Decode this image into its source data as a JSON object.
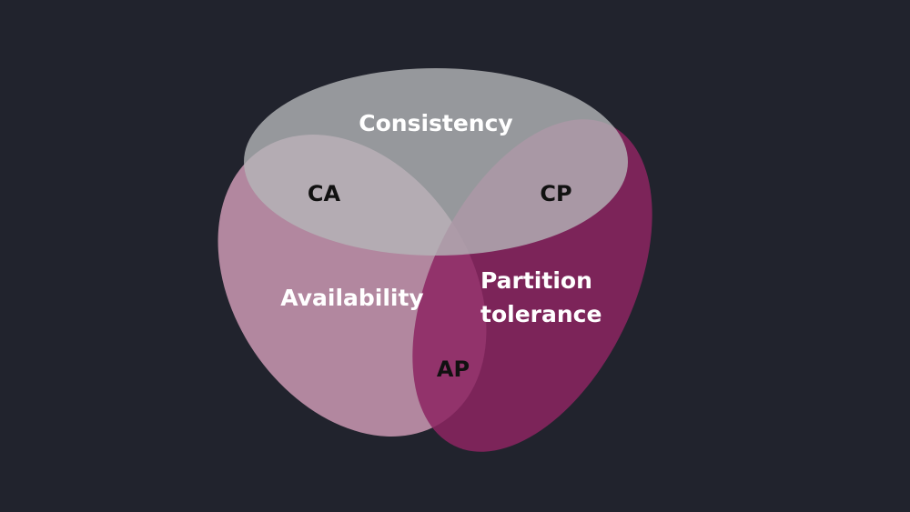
{
  "diagram": {
    "sets": {
      "consistency": {
        "label": "Consistency",
        "color": "#b4b5b8"
      },
      "availability": {
        "label": "Availability",
        "color": "#e3a9c6"
      },
      "partition_tolerance": {
        "label_line1": "Partition",
        "label_line2": "tolerance",
        "color": "#8c2562"
      }
    },
    "intersections": {
      "ca": {
        "label": "CA"
      },
      "cp": {
        "label": "CP"
      },
      "ap": {
        "label": "AP"
      }
    },
    "colors": {
      "background": "#21232d",
      "light_text": "#ffffff",
      "dark_text": "#111111"
    }
  }
}
